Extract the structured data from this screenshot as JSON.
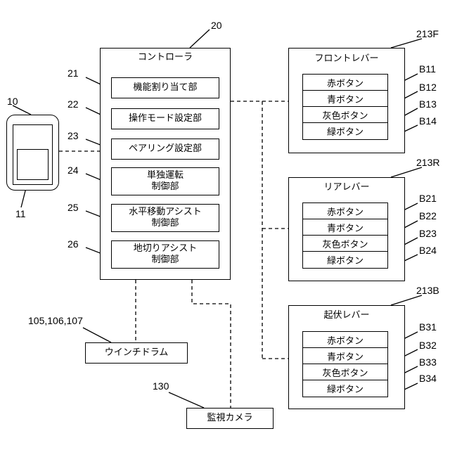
{
  "remote": {
    "ref": "10",
    "screen_ref": "11"
  },
  "controller": {
    "ref": "20",
    "title": "コントローラ",
    "units": [
      {
        "ref": "21",
        "label": "機能割り当て部"
      },
      {
        "ref": "22",
        "label": "操作モード設定部"
      },
      {
        "ref": "23",
        "label": "ペアリング設定部"
      },
      {
        "ref": "24",
        "label_line1": "単独運転",
        "label_line2": "制御部"
      },
      {
        "ref": "25",
        "label_line1": "水平移動アシスト",
        "label_line2": "制御部"
      },
      {
        "ref": "26",
        "label_line1": "地切りアシスト",
        "label_line2": "制御部"
      }
    ]
  },
  "levers": [
    {
      "ref": "213F",
      "title": "フロントレバー",
      "buttons": [
        {
          "label": "赤ボタン",
          "ref": "B11"
        },
        {
          "label": "青ボタン",
          "ref": "B12"
        },
        {
          "label": "灰色ボタン",
          "ref": "B13"
        },
        {
          "label": "緑ボタン",
          "ref": "B14"
        }
      ]
    },
    {
      "ref": "213R",
      "title": "リアレバー",
      "buttons": [
        {
          "label": "赤ボタン",
          "ref": "B21"
        },
        {
          "label": "青ボタン",
          "ref": "B22"
        },
        {
          "label": "灰色ボタン",
          "ref": "B23"
        },
        {
          "label": "緑ボタン",
          "ref": "B24"
        }
      ]
    },
    {
      "ref": "213B",
      "title": "起伏レバー",
      "buttons": [
        {
          "label": "赤ボタン",
          "ref": "B31"
        },
        {
          "label": "青ボタン",
          "ref": "B32"
        },
        {
          "label": "灰色ボタン",
          "ref": "B33"
        },
        {
          "label": "緑ボタン",
          "ref": "B34"
        }
      ]
    }
  ],
  "winch": {
    "ref": "105,106,107",
    "label": "ウインチドラム"
  },
  "camera": {
    "ref": "130",
    "label": "監視カメラ"
  }
}
